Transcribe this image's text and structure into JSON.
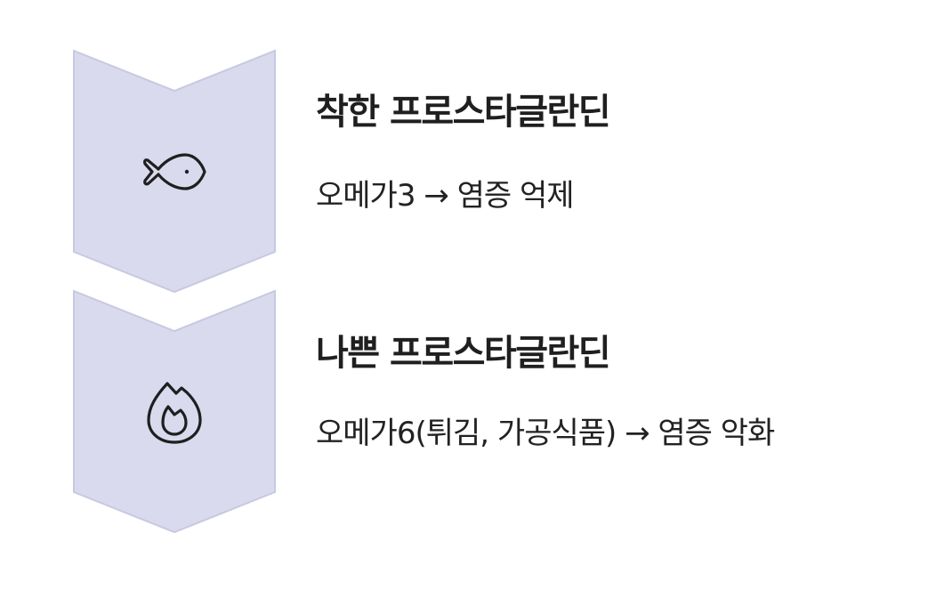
{
  "colors": {
    "chevron_fill": "#d9daee",
    "chevron_stroke": "#c7c9e1",
    "icon_stroke": "#1f1f1f",
    "text": "#1f1f1f"
  },
  "steps": [
    {
      "icon": "fish-icon",
      "heading": "착한 프로스타글란딘",
      "description": "오메가3 → 염증 억제"
    },
    {
      "icon": "flame-icon",
      "heading": "나쁜 프로스타글란딘",
      "description": "오메가6(튀김, 가공식품) → 염증 악화"
    }
  ]
}
